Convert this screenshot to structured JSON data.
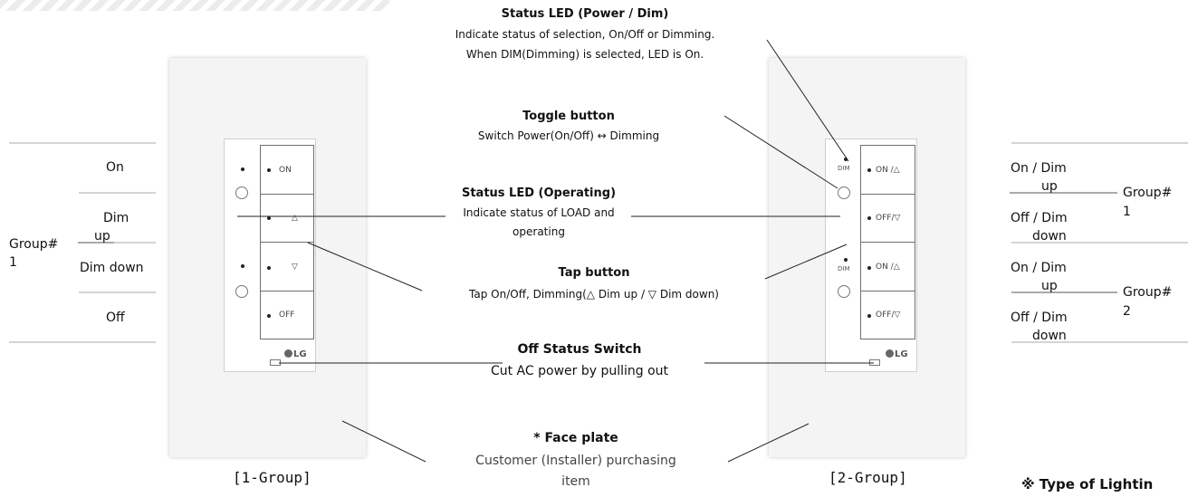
{
  "callouts": {
    "status_led_power": {
      "title": "Status LED (Power / Dim)",
      "line1": "Indicate status of selection, On/Off  or Dimming.",
      "line2": "When DIM(Dimming) is selected, LED is On."
    },
    "toggle_button": {
      "title": "Toggle button",
      "desc": "Switch Power(On/Off) ↔ Dimming"
    },
    "status_led_operating": {
      "title": "Status LED (Operating)",
      "line1": "Indicate status of LOAD and",
      "line2": "operating"
    },
    "tap_button": {
      "title": "Tap button",
      "desc": "Tap On/Off, Dimming(△ Dim up / ▽ Dim down)"
    },
    "off_status_switch": {
      "title": "Off Status Switch",
      "desc": "Cut AC power by pulling out"
    },
    "face_plate": {
      "title": "* Face plate",
      "line1": "Customer (Installer) purchasing",
      "line2": "item"
    }
  },
  "one_group": {
    "caption": "[1-Group]",
    "keys": [
      "ON",
      "△",
      "▽",
      "OFF"
    ],
    "logo": "LG",
    "legend": {
      "on": "On",
      "dim": "Dim",
      "up": "up",
      "dim_down": "Dim down",
      "off": "Off",
      "group_label": "Group#",
      "group_num": "1"
    }
  },
  "two_group": {
    "caption": "[2-Group]",
    "keys": [
      "ON /△",
      "OFF/▽",
      "ON /△",
      "OFF/▽"
    ],
    "dim_label": "DIM",
    "logo": "LG",
    "legend": {
      "g1_on_dim": "On / Dim",
      "g1_up": "up",
      "g1_off_dim": "Off / Dim",
      "g1_down": "down",
      "g2_on_dim": "On / Dim",
      "g2_up": "up",
      "g2_off_dim": "Off / Dim",
      "g2_down": "down",
      "group_label": "Group#",
      "group1_num": "1",
      "group2_num": "2"
    }
  },
  "footnote": "※ Type of Lightin"
}
